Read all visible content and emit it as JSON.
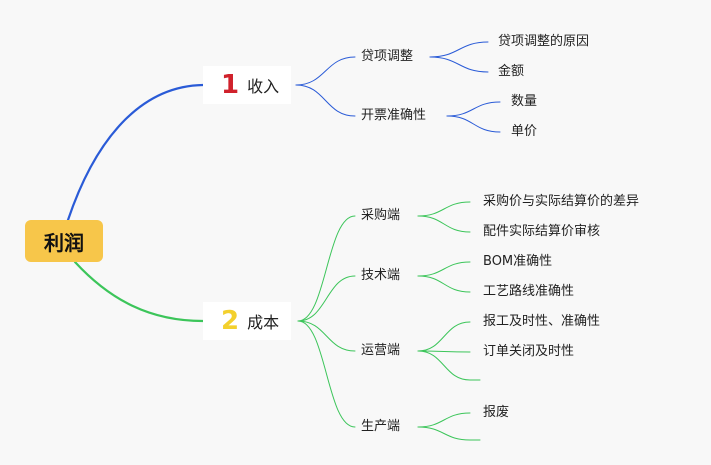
{
  "root": {
    "label": "利润"
  },
  "branches": [
    {
      "number": "1",
      "label": "收入",
      "color": "#2a5bd7",
      "groups": [
        {
          "label": "贷项调整",
          "items": [
            "贷项调整的原因",
            "金额"
          ]
        },
        {
          "label": "开票准确性",
          "items": [
            "数量",
            "单价"
          ]
        }
      ]
    },
    {
      "number": "2",
      "label": "成本",
      "color": "#3cc55a",
      "groups": [
        {
          "label": "采购端",
          "items": [
            "采购价与实际结算价的差异",
            "配件实际结算价审核"
          ]
        },
        {
          "label": "技术端",
          "items": [
            "BOM准确性",
            "工艺路线准确性"
          ]
        },
        {
          "label": "运营端",
          "items": [
            "报工及时性、准确性",
            "订单关闭及时性",
            ""
          ]
        },
        {
          "label": "生产端",
          "items": [
            "报废",
            ""
          ]
        }
      ]
    }
  ]
}
